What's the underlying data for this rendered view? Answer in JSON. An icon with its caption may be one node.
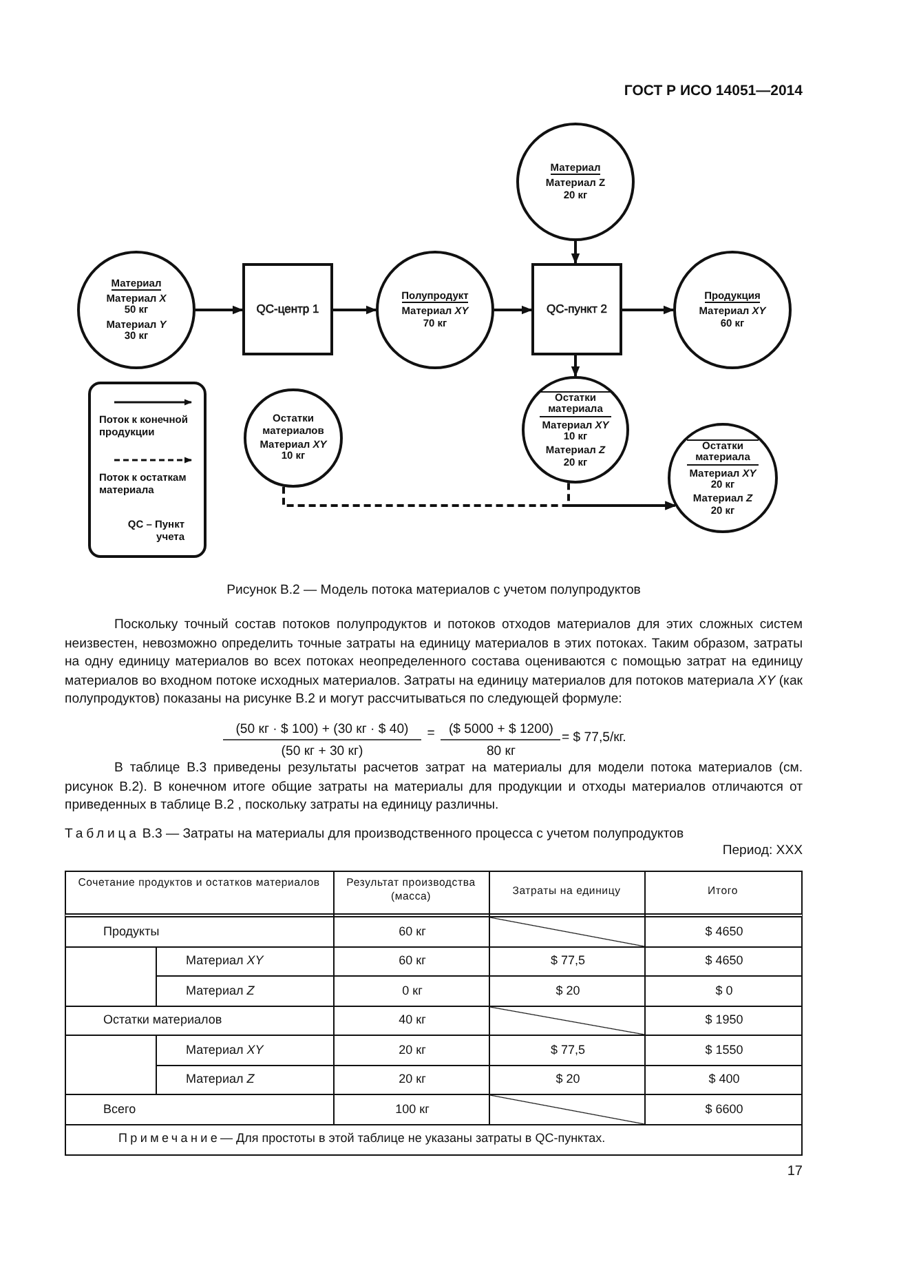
{
  "diagram": {
    "caption": "Рисунок В.2 — Модель потока материалов с учетом полупродуктов",
    "nodes": [
      {
        "text": [
          "Материал",
          "Материал *X* 50 кг",
          "Материал *Y* 30 кг"
        ]
      },
      {
        "text": [
          "QC-центр 1"
        ]
      },
      {
        "text": [
          "Полупродукт",
          "Материал *XY* 70 кг"
        ]
      },
      {
        "text": [
          "Материал",
          "Материал Z 20 кг"
        ]
      },
      {
        "text": [
          "QC-пункт 2"
        ]
      },
      {
        "text": [
          "Продукция",
          "Материал *XY* 60 кг"
        ]
      },
      {
        "text": [
          "Остатки материалов",
          "Материал *XY* 10 кг"
        ]
      },
      {
        "text": [
          "Остатки материала",
          "Материал *XY* 10 кг",
          "Материал *Z* 20 кг"
        ]
      },
      {
        "text": [
          "Остатки материала",
          "Материал *XY* 20 кг",
          "Материал *Z* 20 кг"
        ]
      }
    ],
    "edges": [
      {
        "from": 0,
        "to": 1,
        "arrow": "to"
      },
      {
        "from": 1,
        "to": 2,
        "arrow": "to"
      },
      {
        "from": 2,
        "to": 4,
        "arrow": "to"
      },
      {
        "from": 3,
        "to": 4,
        "arrow": "to"
      },
      {
        "from": 4,
        "to": 5,
        "arrow": "to"
      },
      {
        "from": 4,
        "to": 7,
        "arrow": "to"
      },
      {
        "from": 6,
        "to": 8,
        "arrow": "to",
        "style": "dashed"
      },
      {
        "from": 7,
        "to": 8,
        "arrow": "to",
        "style": "dashed"
      }
    ],
    "labels": [
      "ГОСТ Р ИСО 14051—2014",
      "QC – Пункт учета",
      "Поскольку точный состав потоков полупродуктов и потоков отходов материалов для этих сложных систем неизвестен, невозможно определить точные затраты на единицу материалов в этих потоках. Таким образом, затраты на одну единицу материалов во всех потоках неопределенного состава оцениваются с помощью затрат на единицу материалов во входном потоке исходных материалов. Затраты на единицу материалов для потоков материала *XY* (как полупродуктов) показаны на рисунке В.2 и могут рассчитываться по следующей формуле:",
      "(50 кг · $ 100) + (30 кг · $ 40)",
      "(50 кг + 30 кг)",
      "=",
      "($ 5000 + $ 1200)",
      "80 кг",
      "= $ 77,5/кг.",
      "В таблице В.3 приведены результаты расчетов затрат на материалы для модели потока материалов (см. рисунок В.2). В конечном итоге общие затраты на материалы для продукции и отходы материалов отличаются от приведенных в таблице В.2 , поскольку затраты на единицу различны.",
      "Таблица",
      "В.3 — Затраты на материалы для производственного процесса с учетом полупродуктов",
      "Период: ХХХ",
      "Сочетание продуктов и остатков материалов",
      "Результат производства (масса)",
      "Затраты на единицу",
      "Итого",
      "Продукты",
      "60 кг",
      "$ 4650",
      "Материал *XY*",
      "60 кг",
      "$ 77,5",
      "$ 4650",
      "Материал *Z*",
      "0 кг",
      "$ 20",
      "$ 0",
      "Остатки материалов",
      "40 кг",
      "$ 1950",
      "Материал *XY*",
      "20 кг",
      "$ 77,5",
      "$ 1550",
      "Материал *Z*",
      "20 кг",
      "$ 20",
      "$ 400",
      "Всего",
      "100 кг",
      "$ 6600",
      "Примечание",
      "— Для простоты в этой таблице не указаны затраты в QC-пунктах.",
      "17"
    ],
    "legend": [
      {
        "text": "Поток к конечной продукции"
      },
      {
        "text": "Поток к остаткам материала"
      }
    ]
  }
}
